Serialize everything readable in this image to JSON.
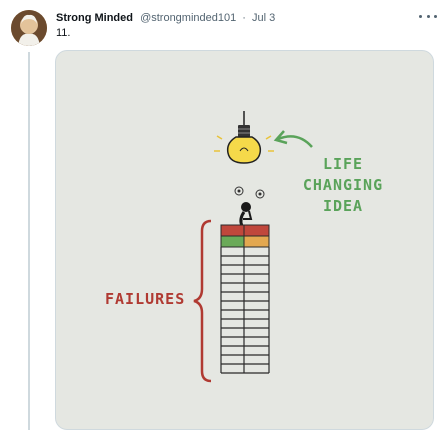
{
  "tweet": {
    "display_name": "Strong Minded",
    "handle": "@strongminded101",
    "separator": "·",
    "date": "Jul 3",
    "text": "11.",
    "more_icon": "more-horizontal-icon"
  },
  "image": {
    "idea_label_lines": [
      "LIFE",
      "CHANGING",
      "IDEA"
    ],
    "failures_label": "FAILURES",
    "colors": {
      "green_text": "#5aa35a",
      "red_text": "#b03a32",
      "bulb": "#f5d94a",
      "block_red": "#c0473c",
      "block_green": "#6aaa58",
      "block_orange": "#e3a850",
      "background": "#e5e7e2"
    }
  }
}
